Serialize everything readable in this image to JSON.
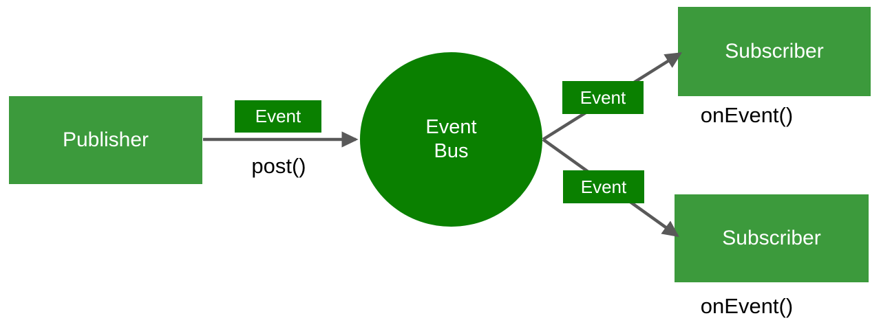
{
  "diagram": {
    "title": "Event Bus publish-subscribe diagram",
    "colors": {
      "node_green": "#3c9a3c",
      "accent_green": "#0a8000",
      "arrow_gray": "#595959",
      "label_text": "#000000",
      "node_text": "#ffffff",
      "background": "#ffffff"
    },
    "nodes": {
      "publisher": {
        "label": "Publisher"
      },
      "event_bus": {
        "label_line1": "Event",
        "label_line2": "Bus"
      },
      "subscriber_top": {
        "label": "Subscriber"
      },
      "subscriber_bottom": {
        "label": "Subscriber"
      }
    },
    "edge_tags": {
      "publish": "Event",
      "deliver_top": "Event",
      "deliver_bottom": "Event"
    },
    "captions": {
      "post": "post()",
      "on_event_top": "onEvent()",
      "on_event_bottom": "onEvent()"
    }
  }
}
